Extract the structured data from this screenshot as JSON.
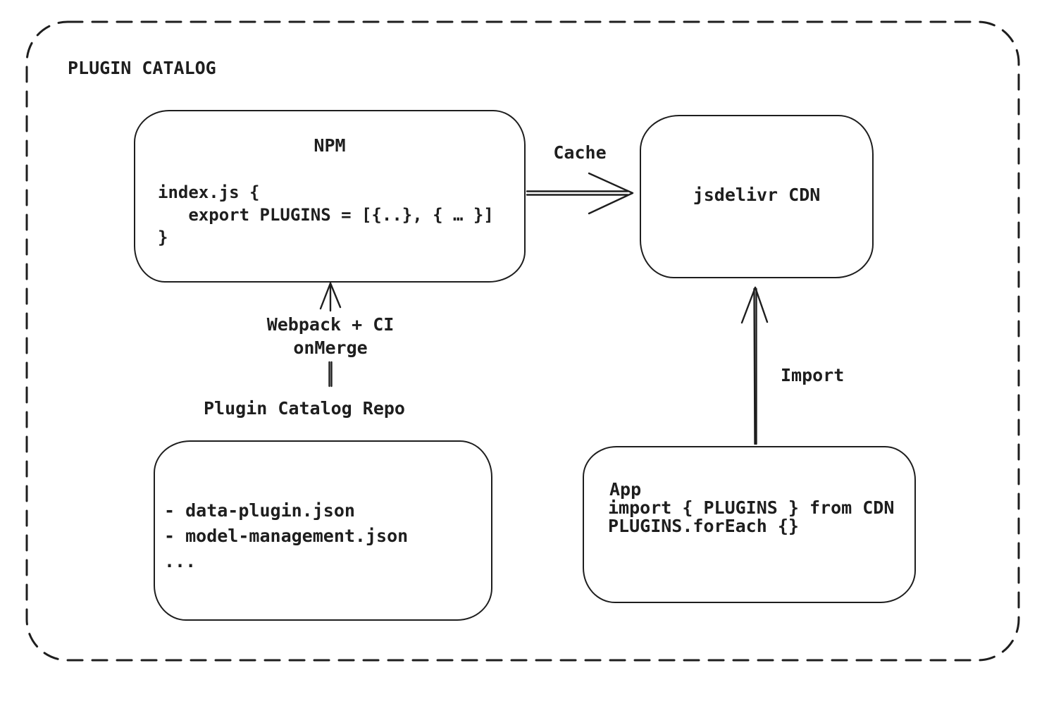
{
  "title": "PLUGIN CATALOG",
  "nodes": {
    "npm": {
      "title": "NPM",
      "code": [
        "index.js {",
        "   export PLUGINS = [{..}, { … }]",
        "}"
      ]
    },
    "cdn": {
      "title": "jsdelivr CDN"
    },
    "repo": {
      "label": "Plugin Catalog Repo",
      "items": [
        "- data-plugin.json",
        "- model-management.json",
        "..."
      ]
    },
    "app": {
      "title": "App",
      "code": [
        "import { PLUGINS } from CDN",
        "PLUGINS.forEach {}"
      ]
    }
  },
  "edges": {
    "cache": {
      "label": "Cache",
      "from": "NPM",
      "to": "jsdelivr CDN"
    },
    "build": {
      "label_line1": "Webpack + CI",
      "label_line2": "onMerge",
      "from": "Plugin Catalog Repo",
      "to": "NPM"
    },
    "import": {
      "label": "Import",
      "from": "App",
      "to": "jsdelivr CDN"
    }
  },
  "colors": {
    "stroke": "#1e1e1e",
    "background": "#ffffff"
  }
}
